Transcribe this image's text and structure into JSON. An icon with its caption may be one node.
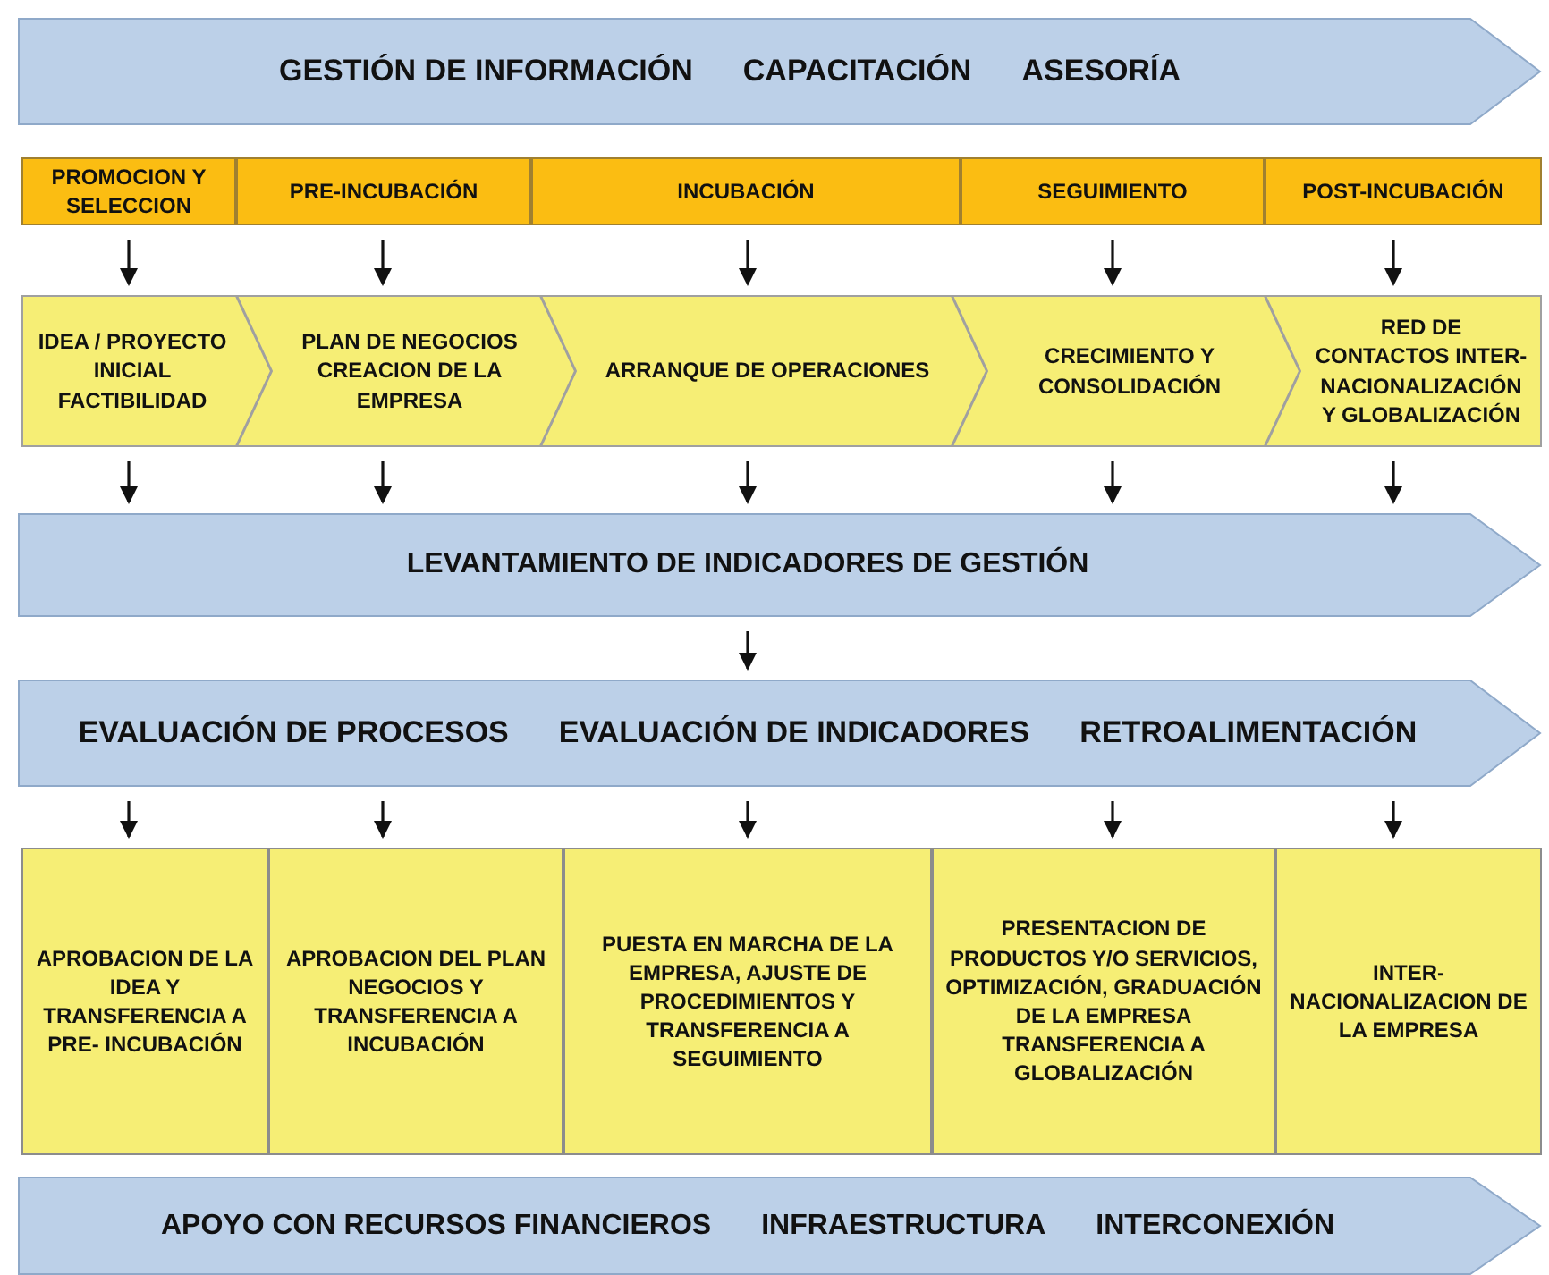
{
  "diagram": {
    "nodes": [
      {
        "text": [
          "GESTIÓN DE INFORMACIÓN",
          "CAPACITACIÓN",
          "ASESORÍA"
        ]
      },
      {
        "text": [
          "PROMOCION Y SELECCION"
        ]
      },
      {
        "text": [
          "PRE-INCUBACIÓN"
        ]
      },
      {
        "text": [
          "INCUBACIÓN"
        ]
      },
      {
        "text": [
          "SEGUIMIENTO"
        ]
      },
      {
        "text": [
          "POST-INCUBACIÓN"
        ]
      },
      {
        "text": [
          "IDEA / PROYECTO INICIAL FACTIBILIDAD"
        ]
      },
      {
        "text": [
          "PLAN DE NEGOCIOS CREACION DE LA EMPRESA"
        ]
      },
      {
        "text": [
          "ARRANQUE DE OPERACIONES"
        ]
      },
      {
        "text": [
          "CRECIMIENTO Y CONSOLIDACIÓN"
        ]
      },
      {
        "text": [
          "RED DE CONTACTOS INTER- NACIONALIZACIÓN Y GLOBALIZACIÓN"
        ]
      },
      {
        "text": [
          "LEVANTAMIENTO DE INDICADORES DE GESTIÓN"
        ]
      },
      {
        "text": [
          "EVALUACIÓN DE PROCESOS",
          "EVALUACIÓN DE INDICADORES",
          "RETROALIMENTACIÓN"
        ]
      },
      {
        "text": [
          "APROBACION DE LA IDEA Y TRANSFERENCIA A PRE- INCUBACIÓN"
        ]
      },
      {
        "text": [
          "APROBACION DEL PLAN NEGOCIOS Y TRANSFERENCIA A INCUBACIÓN"
        ]
      },
      {
        "text": [
          "PUESTA EN MARCHA DE LA EMPRESA, AJUSTE DE PROCEDIMIENTOS Y TRANSFERENCIA A SEGUIMIENTO"
        ]
      },
      {
        "text": [
          "PRESENTACION DE PRODUCTOS Y/O SERVICIOS, OPTIMIZACIÓN, GRADUACIÓN DE LA EMPRESA TRANSFERENCIA A GLOBALIZACIÓN"
        ]
      },
      {
        "text": [
          "INTER- NACIONALIZACION DE LA EMPRESA"
        ]
      },
      {
        "text": [
          "APOYO CON RECURSOS FINANCIEROS",
          "INFRAESTRUCTURA",
          "INTERCONEXIÓN"
        ]
      }
    ],
    "edges": [
      {
        "from": 1,
        "to": 6,
        "arrow": "to"
      },
      {
        "from": 2,
        "to": 7,
        "arrow": "to"
      },
      {
        "from": 3,
        "to": 8,
        "arrow": "to"
      },
      {
        "from": 4,
        "to": 9,
        "arrow": "to"
      },
      {
        "from": 5,
        "to": 10,
        "arrow": "to"
      },
      {
        "from": 6,
        "to": 11,
        "arrow": "to"
      },
      {
        "from": 7,
        "to": 11,
        "arrow": "to"
      },
      {
        "from": 8,
        "to": 11,
        "arrow": "to"
      },
      {
        "from": 9,
        "to": 11,
        "arrow": "to"
      },
      {
        "from": 10,
        "to": 11,
        "arrow": "to"
      },
      {
        "from": 11,
        "to": 12,
        "arrow": "to"
      },
      {
        "from": 12,
        "to": 13,
        "arrow": "to"
      },
      {
        "from": 12,
        "to": 14,
        "arrow": "to"
      },
      {
        "from": 12,
        "to": 15,
        "arrow": "to"
      },
      {
        "from": 12,
        "to": 16,
        "arrow": "to"
      },
      {
        "from": 12,
        "to": 17,
        "arrow": "to"
      }
    ]
  }
}
